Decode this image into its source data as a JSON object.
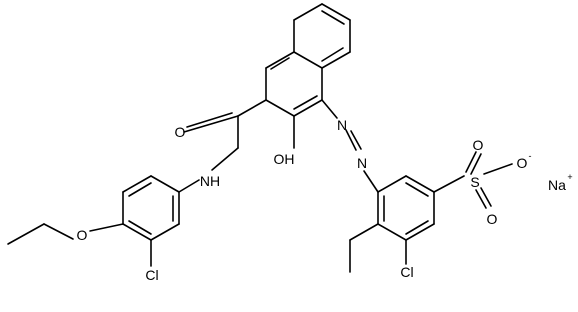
{
  "labels": {
    "o_carbonyl": "O",
    "nh": "NH",
    "oh": "OH",
    "n1": "N",
    "n2": "N",
    "s": "S",
    "o_s_top": "O",
    "o_s_bottom": "O",
    "o_minus": "O",
    "minus": "-",
    "na": "Na",
    "plus": "+",
    "o_ether": "O",
    "cl_left": "Cl",
    "cl_right": "Cl"
  }
}
